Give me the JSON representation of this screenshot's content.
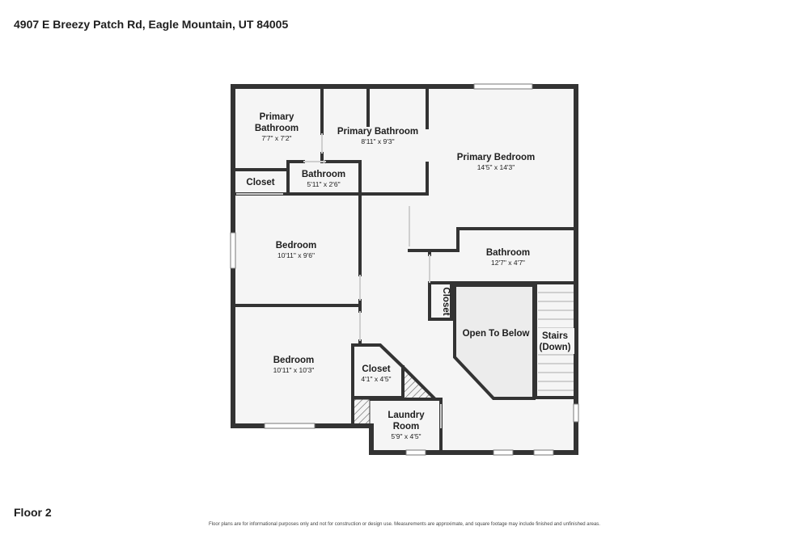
{
  "header": {
    "address": "4907 E Breezy Patch Rd, Eagle Mountain, UT 84005"
  },
  "footer": {
    "floor_label": "Floor 2",
    "disclaimer": "Floor plans are for informational purposes only and not for construction or design use. Measurements are approximate, and square footage may include finished and unfinished areas."
  },
  "rooms": {
    "primary_bath_small": {
      "name_line1": "Primary",
      "name_line2": "Bathroom",
      "dims": "7'7\" x 7'2\""
    },
    "primary_bath_large": {
      "name": "Primary Bathroom",
      "dims": "8'11\" x 9'3\""
    },
    "primary_bedroom": {
      "name": "Primary Bedroom",
      "dims": "14'5\" x 14'3\""
    },
    "closet_left": {
      "name": "Closet"
    },
    "bathroom_small": {
      "name": "Bathroom",
      "dims": "5'11\" x 2'6\""
    },
    "bedroom_upper": {
      "name": "Bedroom",
      "dims": "10'11\" x 9'6\""
    },
    "bathroom_right": {
      "name": "Bathroom",
      "dims": "12'7\" x 4'7\""
    },
    "closet_hall": {
      "name": "Closet"
    },
    "open_to_below": {
      "name": "Open To Below"
    },
    "stairs": {
      "name_line1": "Stairs",
      "name_line2": "(Down)"
    },
    "bedroom_lower": {
      "name": "Bedroom",
      "dims": "10'11\" x 10'3\""
    },
    "closet_center": {
      "name": "Closet",
      "dims": "4'1\" x 4'5\""
    },
    "laundry": {
      "name_line1": "Laundry",
      "name_line2": "Room",
      "dims": "5'9\" x 4'5\""
    }
  },
  "colors": {
    "wall": "#333333",
    "floor": "#f5f5f5",
    "open_area": "#ececec",
    "window": "#bdbdbd"
  }
}
